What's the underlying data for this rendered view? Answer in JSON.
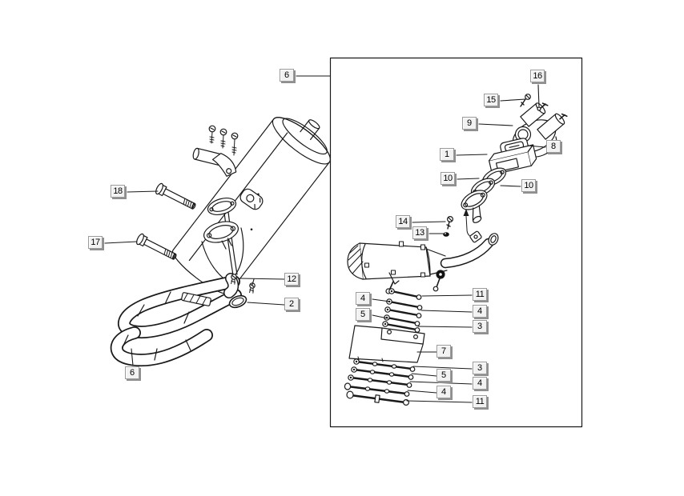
{
  "diagram": {
    "kind": "exploded-parts-diagram",
    "subject": "exhaust muffler assembly",
    "background_color": "#ffffff",
    "line_color": "#1a1a1a",
    "inset_panel_border_color": "#000000"
  },
  "callout_style": {
    "background": "#f2f2f2",
    "border": "#9a9a9a",
    "shadow": "#8f8f8f",
    "text_color": "#000000"
  },
  "callouts": [
    {
      "part": "6"
    },
    {
      "part": "18"
    },
    {
      "part": "17"
    },
    {
      "part": "12"
    },
    {
      "part": "2"
    },
    {
      "part": "6"
    },
    {
      "part": "16"
    },
    {
      "part": "15"
    },
    {
      "part": "9"
    },
    {
      "part": "1"
    },
    {
      "part": "8"
    },
    {
      "part": "10"
    },
    {
      "part": "10"
    },
    {
      "part": "14"
    },
    {
      "part": "13"
    },
    {
      "part": "11"
    },
    {
      "part": "4"
    },
    {
      "part": "4"
    },
    {
      "part": "5"
    },
    {
      "part": "3"
    },
    {
      "part": "7"
    },
    {
      "part": "3"
    },
    {
      "part": "5"
    },
    {
      "part": "4"
    },
    {
      "part": "4"
    },
    {
      "part": "11"
    }
  ]
}
